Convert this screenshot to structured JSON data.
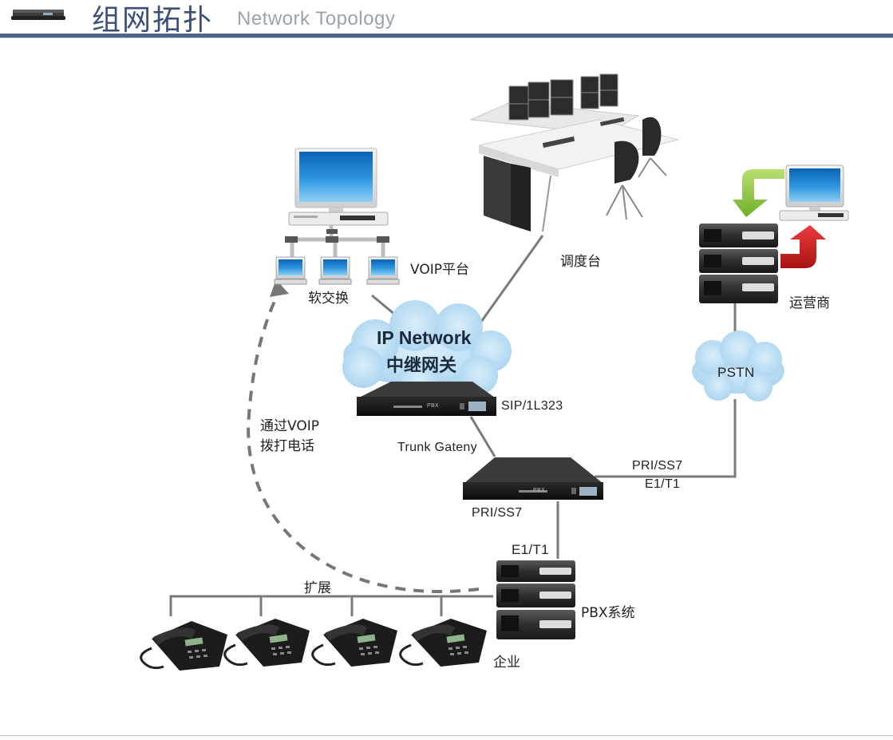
{
  "header": {
    "title_cn": "组网拓扑",
    "title_en": "Network Topology"
  },
  "nodes": {
    "voip_platform": "VOIP平台",
    "softswitch": "软交换",
    "dispatch_console": "调度台",
    "operator": "运营商",
    "pstn": "PSTN",
    "ip_network": "IP Network",
    "trunk_gateway_cn": "中继网关",
    "sip_h323": "SIP/1L323",
    "trunk_gateway_en": "Trunk Gateny",
    "pbx_system": "PBX系统",
    "enterprise": "企业",
    "extension": "扩展",
    "device_brand": "PBX"
  },
  "links": {
    "pri_ss7_right": "PRI/SS7",
    "e1_t1_right": "E1/T1",
    "pri_ss7_bottom": "PRI/SS7",
    "e1_t1_bottom": "E1/T1",
    "voip_call_line1": "通过VOIP",
    "voip_call_line2": "拨打电话"
  },
  "colors": {
    "header_bar": "#4f6387",
    "cloud_fill": "#b9dcf2",
    "connector": "#7a7a7a",
    "arrow_green": "#8cc63f",
    "arrow_red": "#cc2222"
  }
}
